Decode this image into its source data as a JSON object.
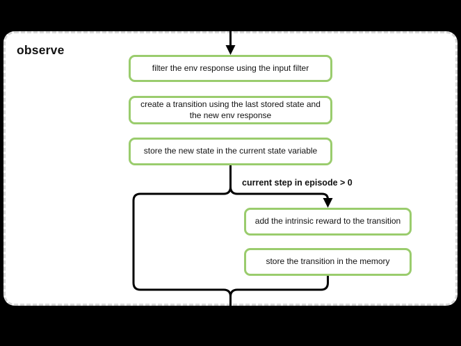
{
  "title": "observe",
  "colors": {
    "background": "#000000",
    "panel_bg": "#ffffff",
    "panel_border": "#d6d6d6",
    "box_border": "#9acc6d",
    "line": "#000000",
    "text": "#111111"
  },
  "flow": {
    "steps": [
      {
        "id": "filter-env-response",
        "label": "filter the env response using the input filter"
      },
      {
        "id": "create-transition",
        "label": "create a transition using the last stored state and the new env response"
      },
      {
        "id": "store-new-state",
        "label": "store the new state in the current state variable"
      },
      {
        "id": "add-intrinsic-reward",
        "label": "add the intrinsic reward to the transition"
      },
      {
        "id": "store-transition",
        "label": "store the transition in the memory"
      }
    ],
    "branch_condition": "current step in episode > 0"
  }
}
